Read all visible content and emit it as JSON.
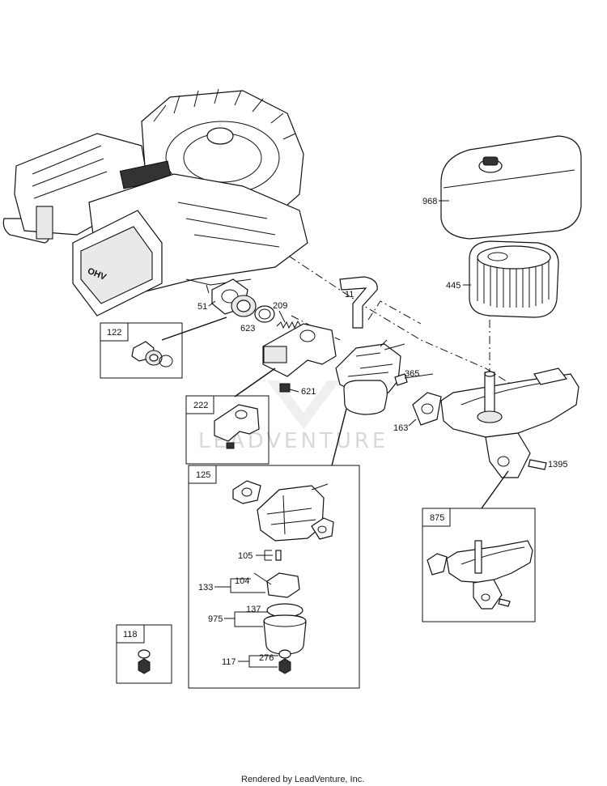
{
  "diagram": {
    "footer": "Rendered by LeadVenture, Inc.",
    "watermark": "LEADVENTURE",
    "engine_badge": "OHV",
    "labels": {
      "p968": "968",
      "p445": "445",
      "p11": "11",
      "p51": "51",
      "p209": "209",
      "p623": "623",
      "p365": "365",
      "p621": "621",
      "p163": "163",
      "p1395": "1395",
      "p105": "105",
      "p133": "133",
      "p104": "104",
      "p975": "975",
      "p137": "137",
      "p117": "117",
      "p276": "276"
    },
    "kits": {
      "k122": "122",
      "k222": "222",
      "k125": "125",
      "k875": "875",
      "k118": "118"
    }
  }
}
